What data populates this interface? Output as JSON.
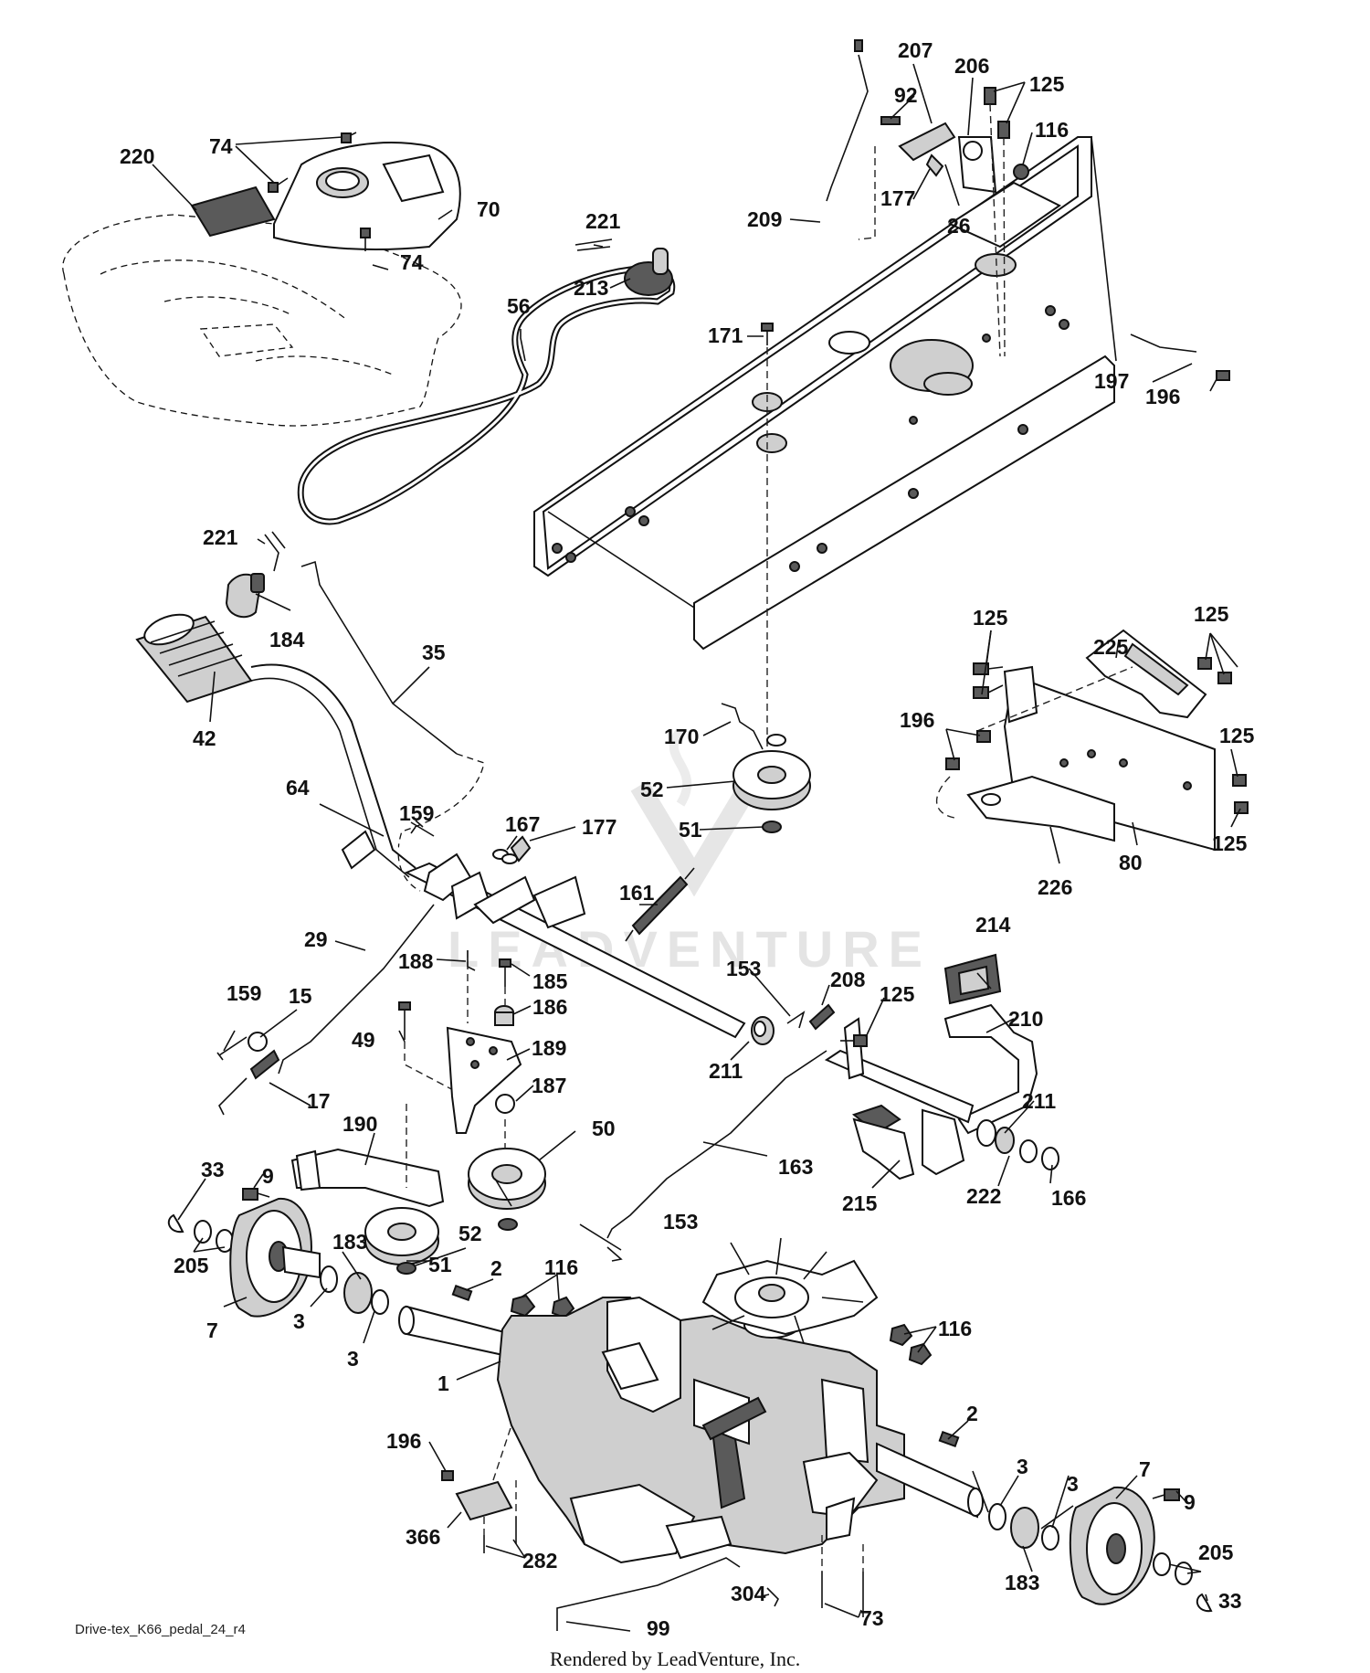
{
  "diagram": {
    "source_id": "Drive-tex_K66_pedal_24_r4",
    "render_credit": "Rendered by LeadVenture, Inc.",
    "watermark": "LEADVENTURE",
    "colors": {
      "ink": "#111111",
      "paper": "#ffffff",
      "shade": "#cfcfcf",
      "watermark": "#e4e4e4"
    },
    "labels": [
      "220",
      "74",
      "74",
      "70",
      "74",
      "221",
      "213",
      "56",
      "207",
      "206",
      "92",
      "125",
      "116",
      "177",
      "26",
      "209",
      "171",
      "197",
      "196",
      "221",
      "184",
      "35",
      "42",
      "64",
      "159",
      "167",
      "177",
      "170",
      "52",
      "51",
      "161",
      "125",
      "225",
      "125",
      "196",
      "125",
      "125",
      "80",
      "226",
      "29",
      "188",
      "185",
      "186",
      "153",
      "208",
      "125",
      "214",
      "210",
      "159",
      "15",
      "49",
      "189",
      "211",
      "17",
      "187",
      "211",
      "190",
      "50",
      "163",
      "215",
      "222",
      "166",
      "33",
      "9",
      "183",
      "52",
      "51",
      "153",
      "205",
      "2",
      "116",
      "7",
      "3",
      "3",
      "116",
      "1",
      "196",
      "2",
      "3",
      "7",
      "3",
      "9",
      "366",
      "282",
      "205",
      "183",
      "304",
      "73",
      "33",
      "99"
    ]
  }
}
